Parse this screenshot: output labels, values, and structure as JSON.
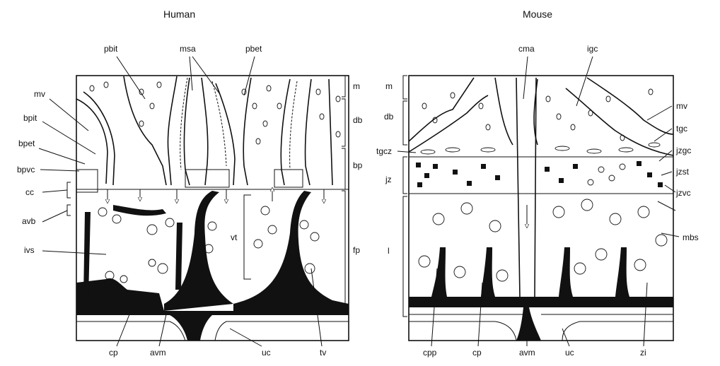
{
  "titles": {
    "human": "Human",
    "mouse": "Mouse"
  },
  "human": {
    "top_labels": [
      "pbit",
      "msa",
      "pbet"
    ],
    "left_labels": [
      "mv",
      "bpit",
      "bpet",
      "bpvc",
      "cc",
      "avb",
      "ivs"
    ],
    "inner_labels": [
      "vt"
    ],
    "right_labels": [
      "m",
      "db",
      "bp",
      "fp"
    ],
    "bottom_labels": [
      "cp",
      "avm",
      "uc",
      "tv"
    ]
  },
  "mouse": {
    "top_labels": [
      "cma",
      "igc"
    ],
    "left_labels": [
      "m",
      "db",
      "tgcz",
      "jz",
      "l"
    ],
    "right_labels": [
      "mv",
      "tgc",
      "jzgc",
      "jzst",
      "jzvc",
      "mbs"
    ],
    "bottom_labels": [
      "cpp",
      "cp",
      "avm",
      "uc",
      "zi"
    ]
  }
}
